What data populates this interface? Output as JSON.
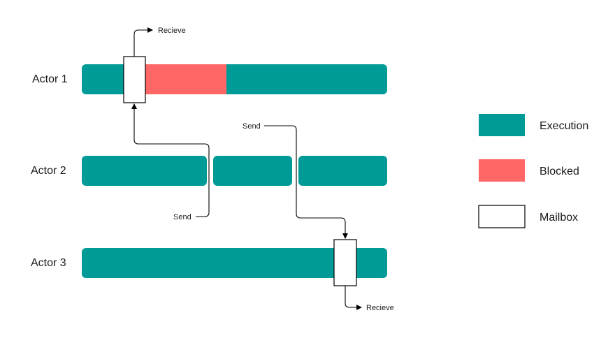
{
  "colors": {
    "execution": "#009b96",
    "blocked": "#ff6666",
    "mailbox_fill": "#ffffff",
    "stroke": "#000000"
  },
  "actors": [
    {
      "label": "Actor 1"
    },
    {
      "label": "Actor 2"
    },
    {
      "label": "Actor 3"
    }
  ],
  "annotations": {
    "actor1_receive": "Recieve",
    "actor2_send": "Send",
    "actor3_send_from": "Send",
    "actor3_receive": "Recieve"
  },
  "legend": [
    {
      "label": "Execution",
      "swatch": "execution"
    },
    {
      "label": "Blocked",
      "swatch": "blocked"
    },
    {
      "label": "Mailbox",
      "swatch": "mailbox"
    }
  ]
}
